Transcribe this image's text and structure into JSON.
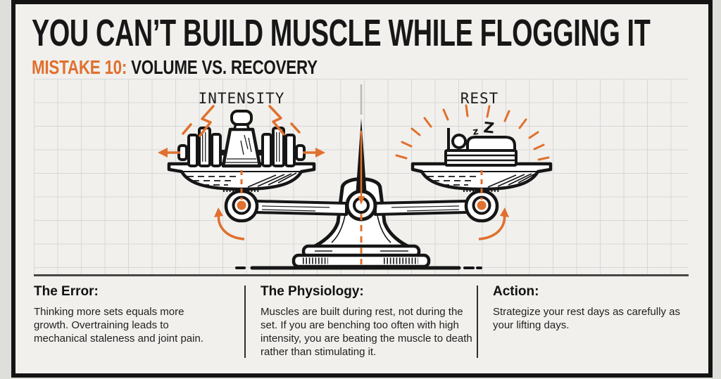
{
  "header": {
    "title": "YOU CAN’T BUILD MUSCLE WHILE FLOGGING IT",
    "mistake_label": "MISTAKE 10:",
    "subtitle": "VOLUME VS. RECOVERY"
  },
  "diagram": {
    "left_label": "INTENSITY",
    "right_label": "REST",
    "sleep_z_small": "z",
    "sleep_z_large": "Z"
  },
  "columns": [
    {
      "heading": "The Error:",
      "body": "Thinking more sets equals more growth. Overtraining leads to mechanical staleness and joint pain."
    },
    {
      "heading": "The Physiology:",
      "body": "Muscles are built during rest, not during the set. If you are benching too often with high intensity, you are beating the muscle to death rather than stimulating it."
    },
    {
      "heading": "Action:",
      "body": "Strategize your rest days as carefully as your lifting days."
    }
  ],
  "colors": {
    "accent_orange": "#E0702E",
    "ink": "#161616",
    "card_bg": "#F1F0ED",
    "grid_line": "#D7D7D9"
  }
}
